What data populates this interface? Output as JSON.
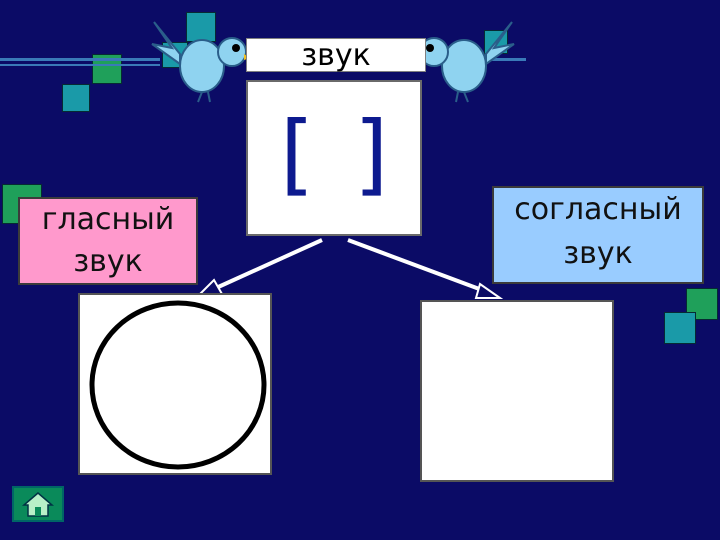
{
  "diagram": {
    "top_label": "звук",
    "brackets": {
      "open": "[",
      "close": "]"
    },
    "vowel": {
      "line1": "гласный",
      "line2": "звук"
    },
    "consonant": {
      "line1": "согласный",
      "line2": "звук"
    }
  },
  "colors": {
    "background": "#0b0b66",
    "vowel_fill": "#ff99cc",
    "consonant_fill": "#99ccff",
    "decor_teal": "#1a9aa8",
    "decor_green": "#1fa05a",
    "home_button": "#0a8a5a"
  },
  "icons": {
    "home": "home-icon",
    "bird": "bluebird-icon"
  }
}
